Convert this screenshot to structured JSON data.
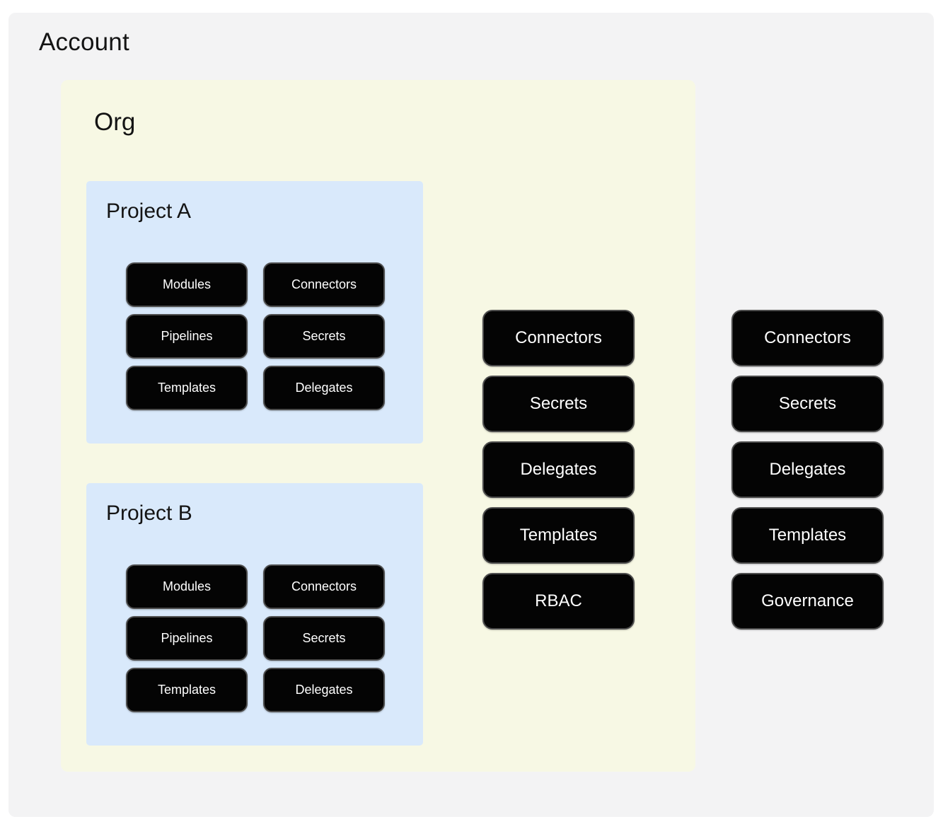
{
  "colors": {
    "page_bg": "#ffffff",
    "account_bg": "#f3f3f4",
    "org_bg": "#f7f8e4",
    "project_bg": "#d9e9fb",
    "pill_bg": "#040404",
    "pill_border": "#4d4d4d",
    "pill_text": "#ffffff",
    "title_text": "#141414"
  },
  "account": {
    "title": "Account",
    "resources": [
      "Connectors",
      "Secrets",
      "Delegates",
      "Templates",
      "Governance"
    ],
    "org": {
      "title": "Org",
      "resources": [
        "Connectors",
        "Secrets",
        "Delegates",
        "Templates",
        "RBAC"
      ],
      "projects": [
        {
          "title": "Project A",
          "resources": [
            "Modules",
            "Connectors",
            "Pipelines",
            "Secrets",
            "Templates",
            "Delegates"
          ]
        },
        {
          "title": "Project B",
          "resources": [
            "Modules",
            "Connectors",
            "Pipelines",
            "Secrets",
            "Templates",
            "Delegates"
          ]
        }
      ]
    }
  }
}
